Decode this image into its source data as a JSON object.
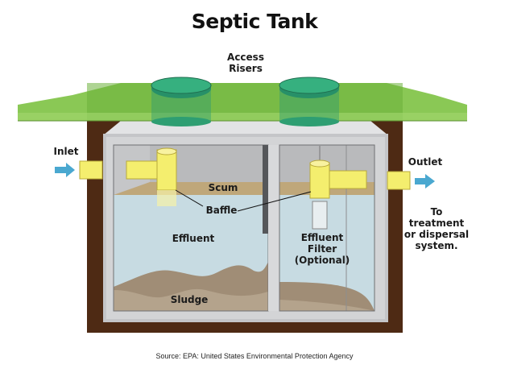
{
  "title": "Septic Tank",
  "labels": {
    "access_risers": [
      "Access",
      "Risers"
    ],
    "inlet": "Inlet",
    "outlet": "Outlet",
    "scum": "Scum",
    "baffle": "Baffle",
    "effluent": "Effluent",
    "effluent_filter": [
      "Effluent",
      "Filter",
      "(Optional)"
    ],
    "sludge": "Sludge",
    "destination": [
      "To treatment",
      "or dispersal",
      "system."
    ]
  },
  "source": "Source:  EPA: United States Environmental Protection Agency",
  "colors": {
    "grass": "#7dc242",
    "soil": "#4e2a14",
    "concrete": "#c9cacc",
    "effluent": "#c7dbe2",
    "scum": "#bfa77a",
    "sludge": "#a08d76",
    "pipe": "#f4ee6e",
    "riser": "#2e9e72",
    "arrow": "#4aa8d0"
  }
}
